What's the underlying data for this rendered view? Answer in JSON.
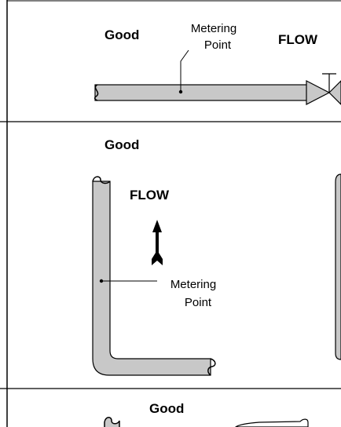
{
  "panels": [
    {
      "rating": "Good",
      "flow_label": "FLOW",
      "metering_line1": "Metering",
      "metering_line2": "Point"
    },
    {
      "rating": "Good",
      "flow_label": "FLOW",
      "metering_line1": "Metering",
      "metering_line2": "Point"
    },
    {
      "rating": "Good"
    }
  ],
  "colors": {
    "pipe_fill": "#c8c8c8",
    "outline": "#000000",
    "background": "#ffffff"
  }
}
